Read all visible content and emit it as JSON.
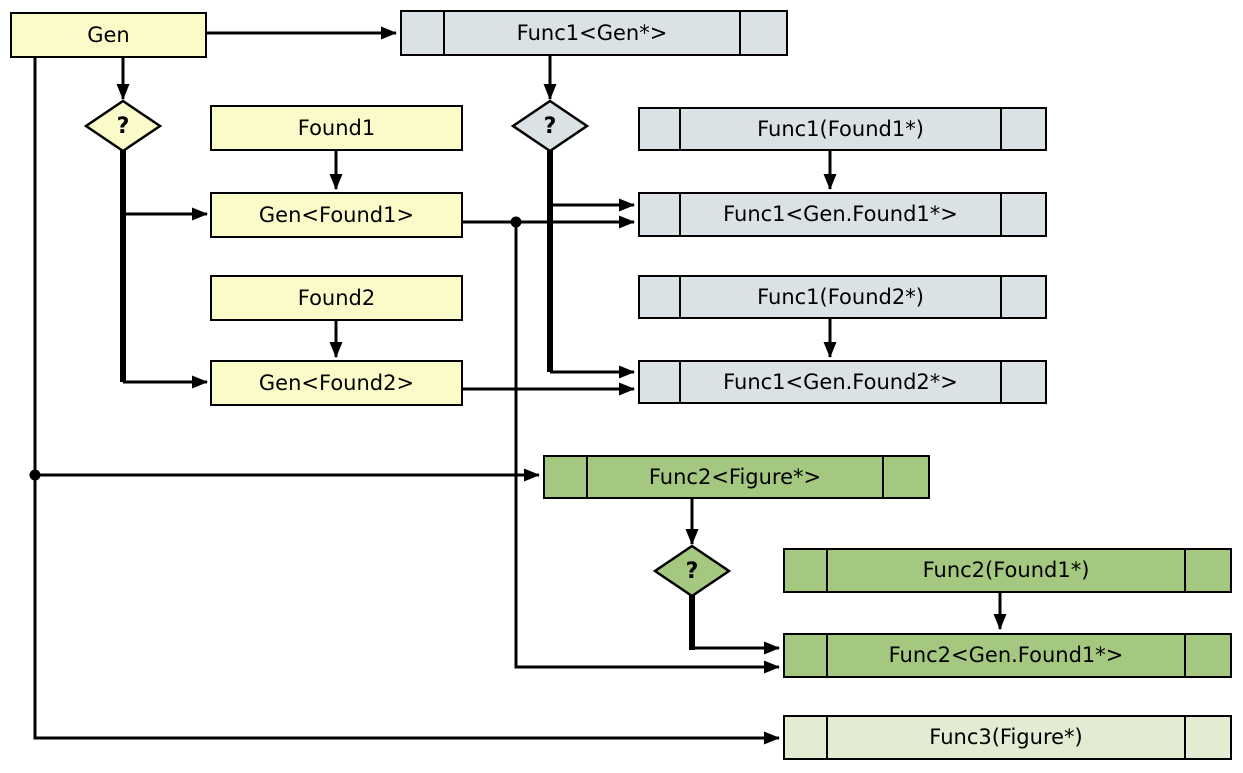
{
  "colors": {
    "yellow": "#fbfbca",
    "gray": "#dbe2e5",
    "green": "#a4c87f",
    "pale_green": "#e3ebd2",
    "line": "#000000"
  },
  "nodes": {
    "gen": "Gen",
    "func1_gen": "Func1<Gen*>",
    "decision1": "?",
    "decision2": "?",
    "decision3": "?",
    "found1": "Found1",
    "func1_found1": "Func1(Found1*)",
    "gen_found1": "Gen<Found1>",
    "func1_gen_found1": "Func1<Gen.Found1*>",
    "found2": "Found2",
    "func1_found2": "Func1(Found2*)",
    "gen_found2": "Gen<Found2>",
    "func1_gen_found2": "Func1<Gen.Found2*>",
    "func2_figure": "Func2<Figure*>",
    "func2_found1": "Func2(Found1*)",
    "func2_gen_found1": "Func2<Gen.Found1*>",
    "func3_figure": "Func3(Figure*)"
  }
}
